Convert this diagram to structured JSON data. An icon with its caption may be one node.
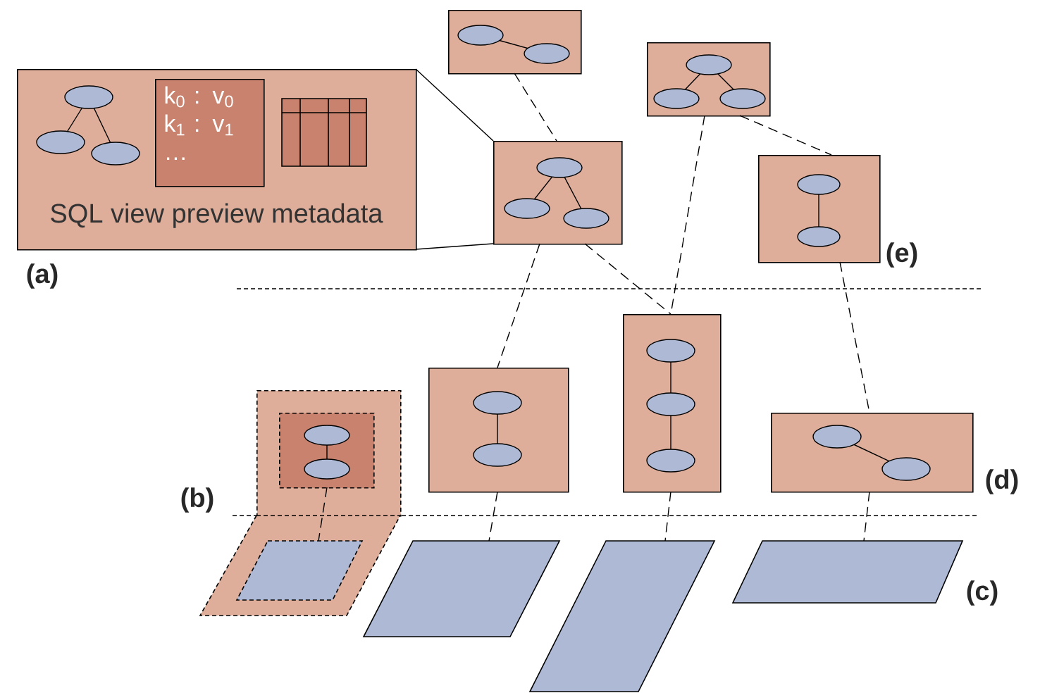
{
  "diagram": {
    "nodes": [
      {
        "text": [
          "SQL view preview metadata"
        ]
      },
      {
        "text": [
          "k$_{0}$ : v$_{0}$ k$_{1}$ : v$_{1}$ …"
        ],
        "in": 0
      },
      {
        "text": [],
        "shape": "box"
      },
      {
        "text": [],
        "shape": "box"
      },
      {
        "text": [],
        "shape": "box"
      },
      {
        "text": [],
        "shape": "box"
      },
      {
        "text": [],
        "shape": "box"
      },
      {
        "text": [],
        "shape": "box",
        "in": 6
      },
      {
        "text": [],
        "shape": "box"
      },
      {
        "text": [],
        "shape": "box"
      },
      {
        "text": [],
        "shape": "box"
      },
      {
        "text": [],
        "shape": "parallelogram"
      },
      {
        "text": [],
        "shape": "parallelogram",
        "in": 11
      },
      {
        "text": [],
        "shape": "parallelogram"
      },
      {
        "text": [],
        "shape": "parallelogram"
      },
      {
        "text": [],
        "shape": "parallelogram"
      }
    ],
    "edges": [
      {
        "from": 0,
        "to": 4,
        "arrow": "none"
      },
      {
        "from": 0,
        "to": 4,
        "arrow": "none"
      },
      {
        "from": 2,
        "to": 4,
        "arrow": "none",
        "style": "dashed"
      },
      {
        "from": 3,
        "to": 5,
        "arrow": "none",
        "style": "dashed"
      },
      {
        "from": 3,
        "to": 9,
        "arrow": "none",
        "style": "dashed"
      },
      {
        "from": 4,
        "to": 8,
        "arrow": "none",
        "style": "dashed"
      },
      {
        "from": 4,
        "to": 9,
        "arrow": "none",
        "style": "dashed"
      },
      {
        "from": 5,
        "to": 10,
        "arrow": "none",
        "style": "dashed"
      },
      {
        "from": 7,
        "to": 12,
        "arrow": "none",
        "style": "dashed"
      },
      {
        "from": 8,
        "to": 13,
        "arrow": "none",
        "style": "dashed"
      },
      {
        "from": 9,
        "to": 14,
        "arrow": "none",
        "style": "dashed"
      },
      {
        "from": 10,
        "to": 15,
        "arrow": "none",
        "style": "dashed"
      }
    ],
    "labels": [
      "(a)",
      "(e)",
      "(b)",
      "(d)",
      "(c)"
    ]
  }
}
